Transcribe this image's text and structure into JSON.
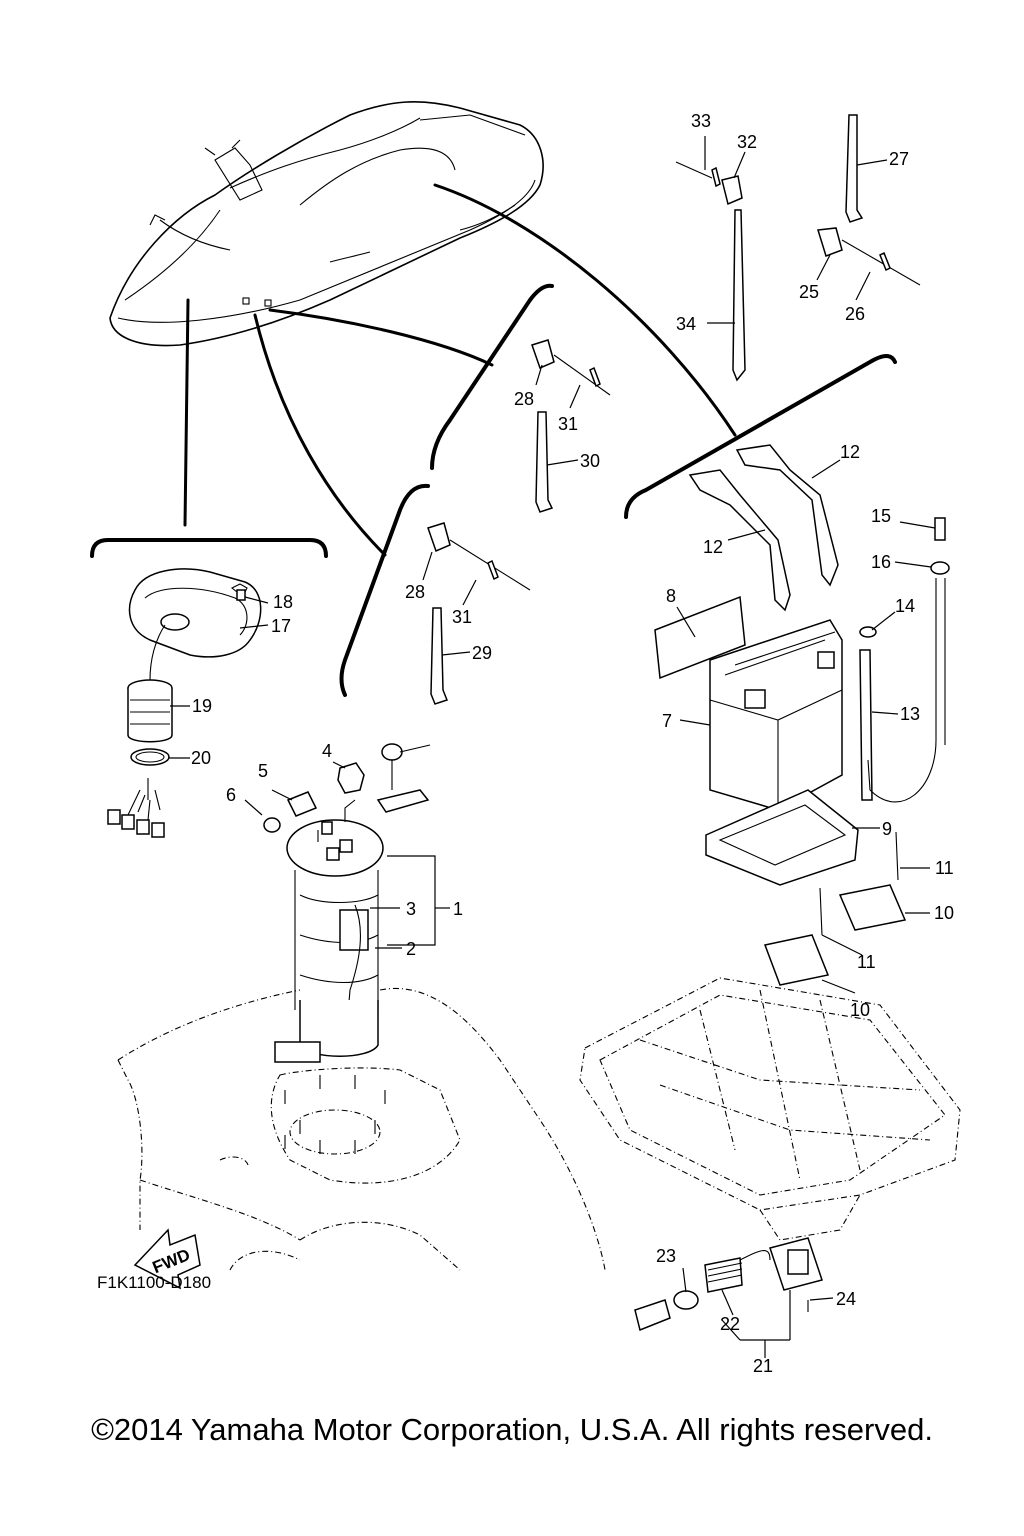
{
  "diagram": {
    "drawing_code": "F1K1100-D180",
    "direction_arrow_label": "FWD",
    "callouts": [
      "1",
      "2",
      "3",
      "4",
      "5",
      "6",
      "7",
      "8",
      "9",
      "10",
      "11",
      "12",
      "13",
      "14",
      "15",
      "16",
      "17",
      "18",
      "19",
      "20",
      "21",
      "22",
      "23",
      "24",
      "25",
      "26",
      "27",
      "28",
      "29",
      "30",
      "31",
      "32",
      "33",
      "34"
    ]
  },
  "footer": {
    "copyright": "©2014 Yamaha Motor Corporation, U.S.A. All rights reserved."
  }
}
